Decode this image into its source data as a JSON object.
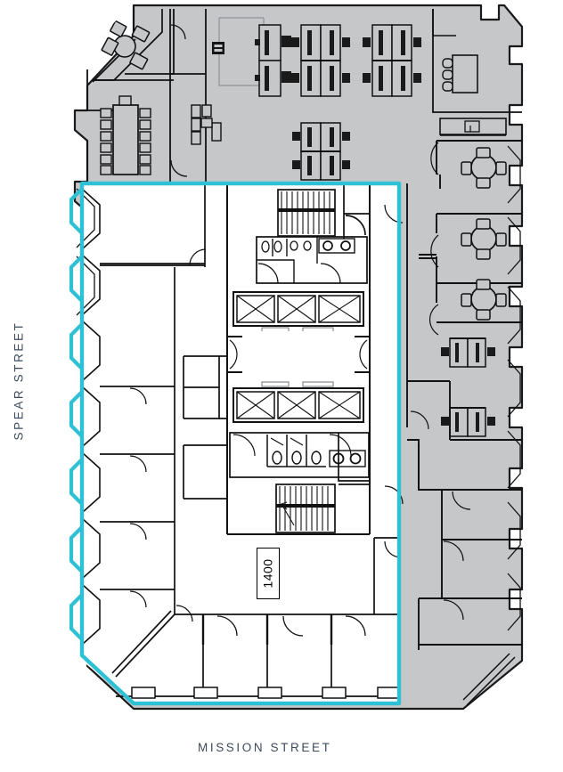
{
  "plan": {
    "title_context": "Office floor plan — highlighted available suite",
    "suite_number": "1400",
    "streets": {
      "west": "SPEAR STREET",
      "south": "MISSION STREET"
    },
    "colors": {
      "highlight": "#2EC1D6",
      "occupied_fill": "#C6C7C9",
      "available_fill": "#FFFFFF",
      "wall": "#000000",
      "wall_light": "#9AA0A6",
      "label_text": "#3D4A5C",
      "page_background": "#FFFFFF"
    },
    "legend_semantics": {
      "highlighted_outline": "available suite boundary",
      "gray_fill": "occupied / furnished tenant space",
      "white_fill": "vacant suite"
    },
    "core": {
      "elevator_bank_north_count": 3,
      "elevator_bank_south_count": 3,
      "stair_count": 2,
      "restroom_count": 2
    },
    "furniture_counts": {
      "conference_table_seats": 12,
      "round_meeting_tables": 3,
      "round_table_seats_each": 4,
      "workstation_clusters": 6,
      "corner_room_table_seats": 3
    }
  }
}
